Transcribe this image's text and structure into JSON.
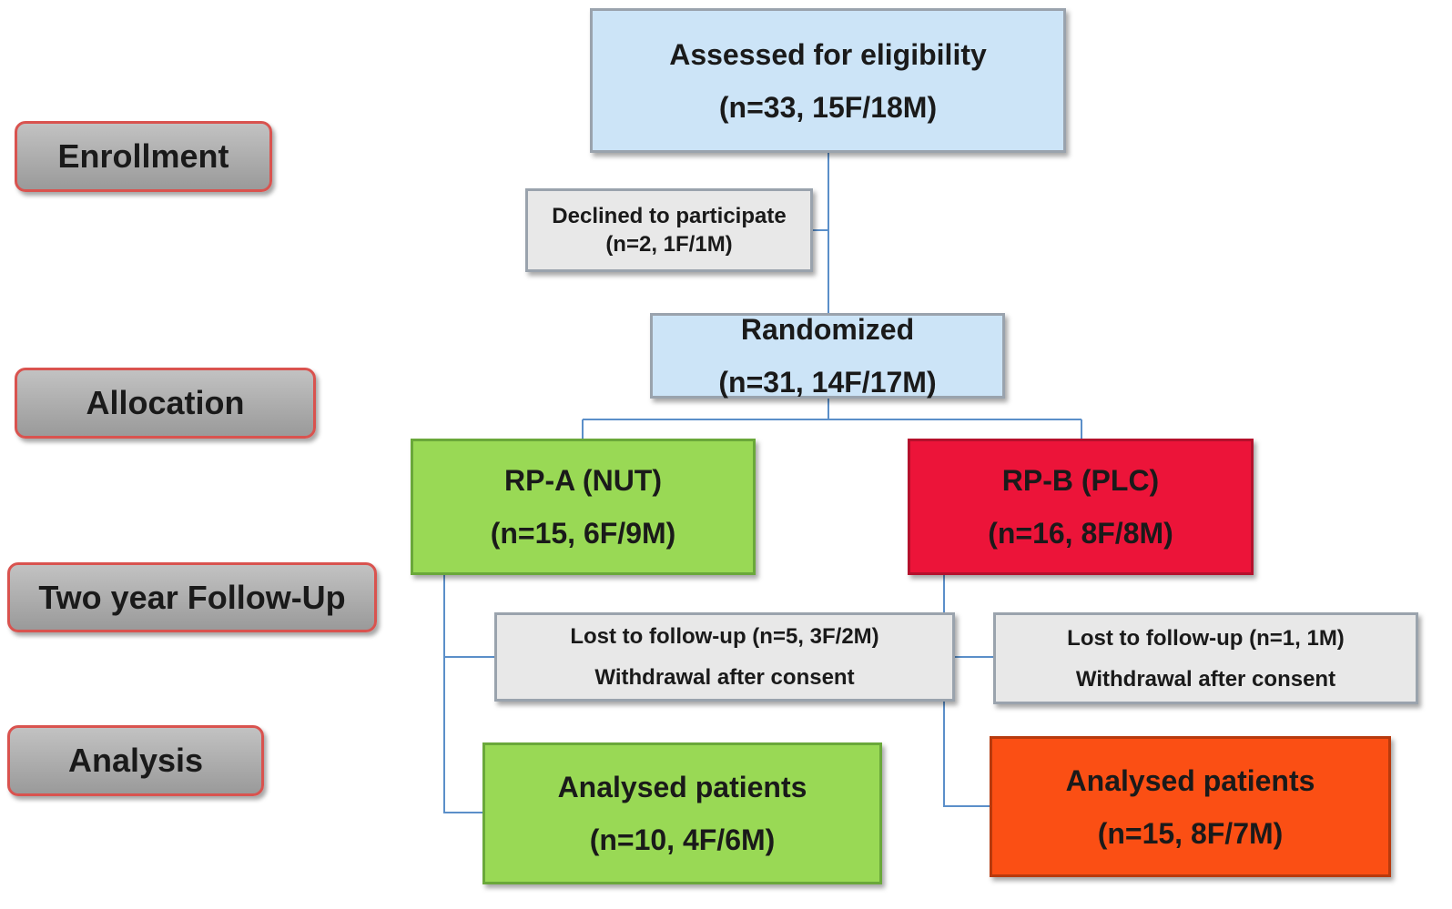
{
  "stages": {
    "enrollment": "Enrollment",
    "allocation": "Allocation",
    "follow_up": "Two year Follow-Up",
    "analysis": "Analysis"
  },
  "nodes": {
    "assessed": {
      "title": "Assessed for eligibility",
      "count": "(n=33, 15F/18M)"
    },
    "declined": {
      "title": "Declined to participate",
      "count": "(n=2, 1F/1M)"
    },
    "randomized": {
      "title": "Randomized",
      "count": "(n=31, 14F/17M)"
    },
    "rp_a": {
      "title": "RP-A (NUT)",
      "count": "(n=15, 6F/9M)"
    },
    "rp_b": {
      "title": "RP-B (PLC)",
      "count": "(n=16, 8F/8M)"
    },
    "lost_a": {
      "title": "Lost to follow-up (n=5, 3F/2M)",
      "detail": "Withdrawal after consent"
    },
    "lost_b": {
      "title": "Lost to follow-up (n=1, 1M)",
      "detail": "Withdrawal after consent"
    },
    "analysed_a": {
      "title": "Analysed patients",
      "count": "(n=10, 4F/6M)"
    },
    "analysed_b": {
      "title": "Analysed patients",
      "count": "(n=15, 8F/7M)"
    }
  },
  "colors": {
    "connector": "#5b8fc9",
    "stage_border": "#d9534f",
    "blue_box": "#cce4f7",
    "grey_box": "#e8e8e8",
    "green_box": "#99d955",
    "red_box": "#ec1439",
    "orange_box": "#fb4f14"
  }
}
